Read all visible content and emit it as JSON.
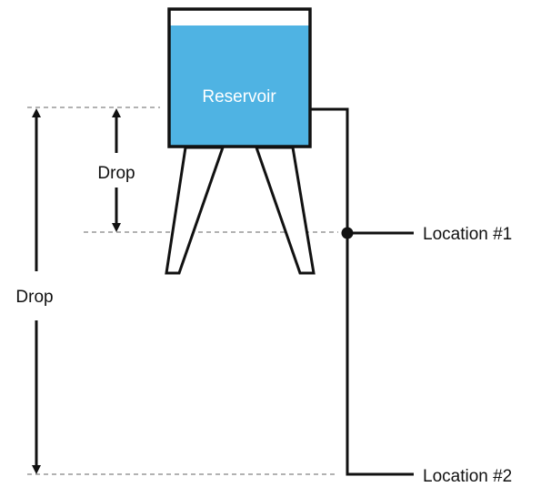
{
  "diagram": {
    "reservoir_label": "Reservoir",
    "drop_short_label": "Drop",
    "drop_long_label": "Drop",
    "location_1_label": "Location #1",
    "location_2_label": "Location #2"
  },
  "colors": {
    "water": "#4fb3e3",
    "stroke": "#111111",
    "dashed_line": "#999999",
    "background": "#ffffff"
  }
}
